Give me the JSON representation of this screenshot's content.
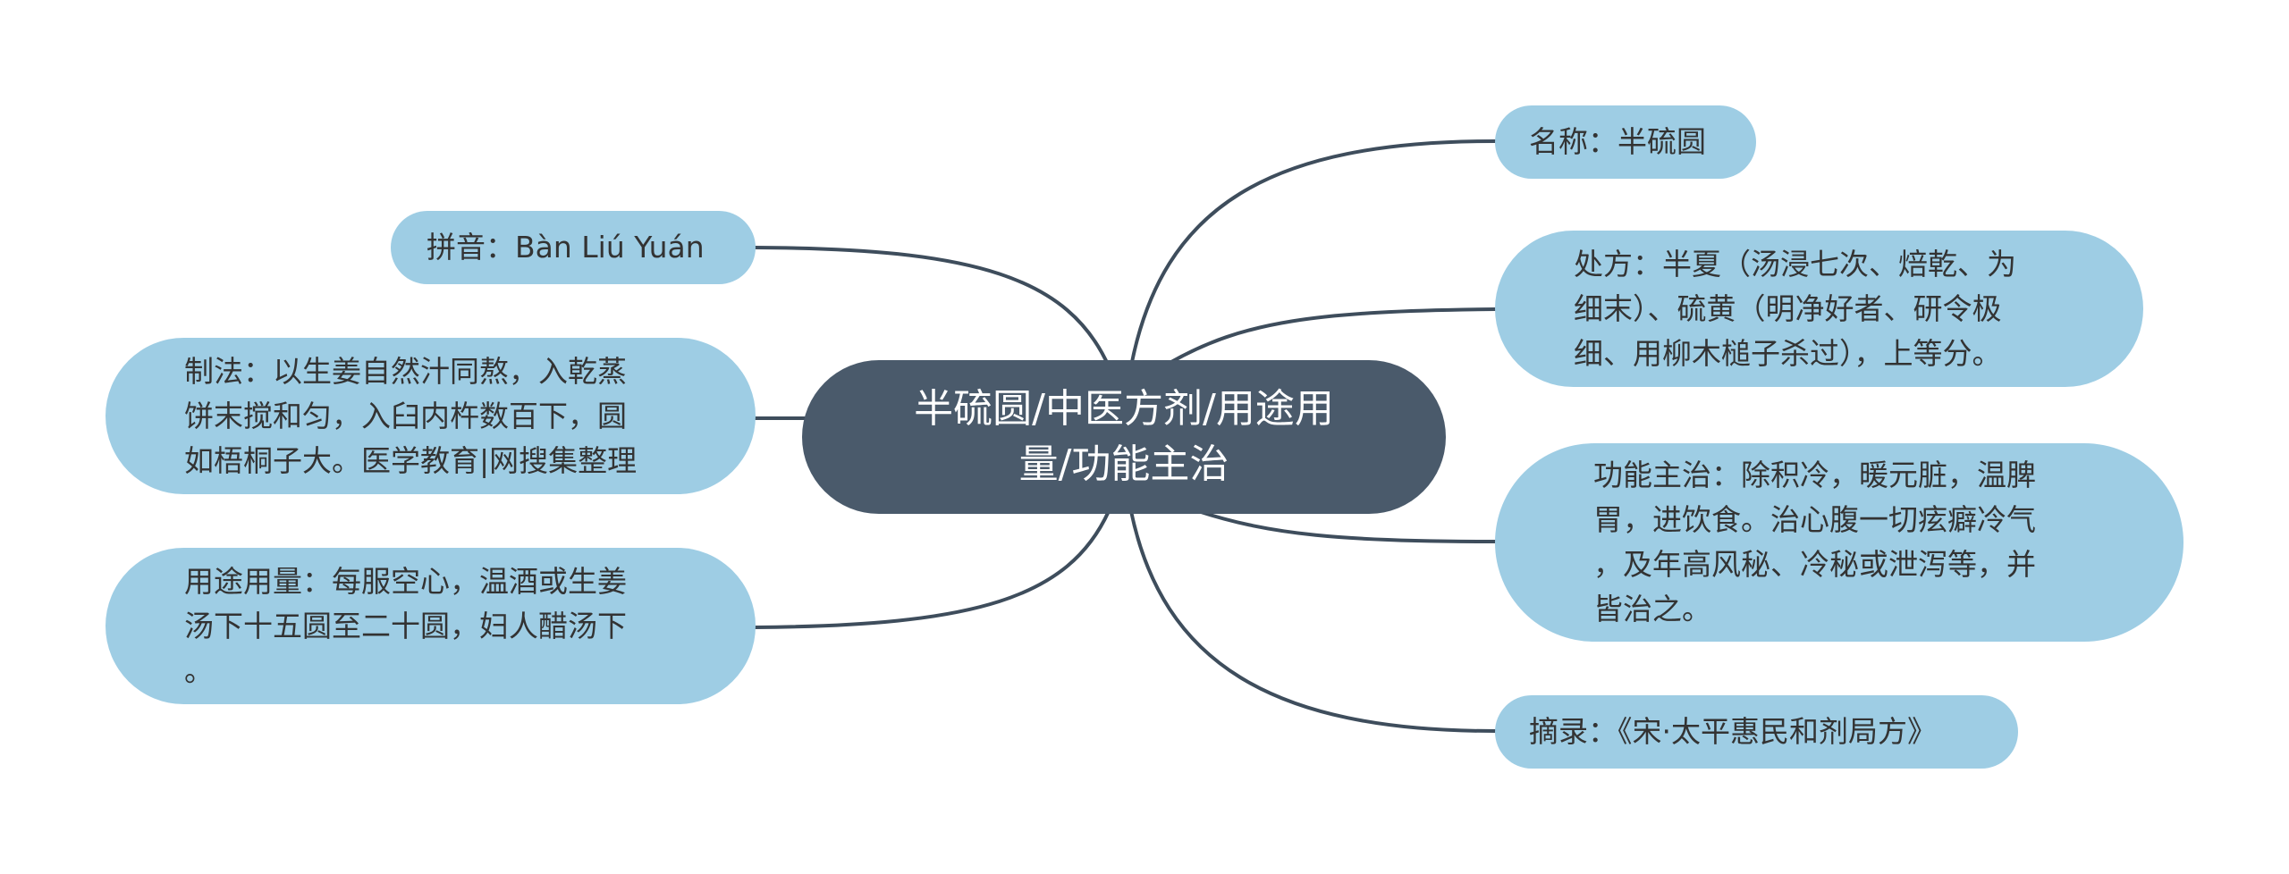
{
  "root": {
    "text": "半硫圆/中医方剂/用途用\n量/功能主治"
  },
  "left_nodes": [
    {
      "id": "pinyin",
      "text": "拼音：Bàn Liú Yuán"
    },
    {
      "id": "zhifa",
      "text": "制法：以生姜自然汁同熬，入乾蒸\n饼末搅和匀，入臼内杵数百下，圆\n如梧桐子大。医学教育|网搜集整理"
    },
    {
      "id": "yongtu",
      "text": "用途用量：每服空心，温酒或生姜\n汤下十五圆至二十圆，妇人醋汤下\n。"
    }
  ],
  "right_nodes": [
    {
      "id": "mingcheng",
      "text": "名称：半硫圆"
    },
    {
      "id": "chufang",
      "text": "处方：半夏（汤浸七次、焙乾、为\n细末）、硫黄（明净好者、研令极\n细、用柳木槌子杀过），上等分。"
    },
    {
      "id": "gongneng",
      "text": "功能主治：除积冷，暖元脏，温脾\n胃，进饮食。治心腹一切痃癖冷气\n，及年高风秘、冷秘或泄泻等，并\n皆治之。"
    },
    {
      "id": "zhailu",
      "text": "摘录：《宋·太平惠民和剂局方》"
    }
  ],
  "colors": {
    "root_fill": "#4a5a6b",
    "node_fill": "#9ecde4",
    "connector": "#3e4d5c",
    "node_text": "#333333",
    "root_text": "#ffffff"
  }
}
